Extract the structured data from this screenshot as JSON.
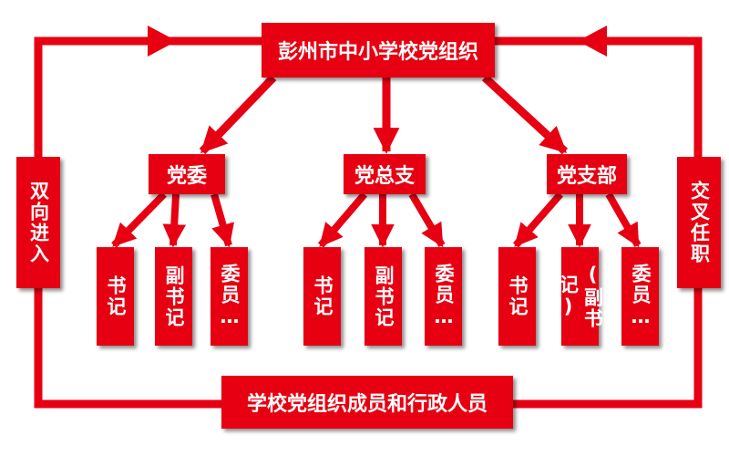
{
  "top": {
    "label": "彭州市中小学校党组织"
  },
  "bottom": {
    "label": "学校党组织成员和行政人员"
  },
  "left": {
    "label": "双向进入"
  },
  "right": {
    "label": "交叉任职"
  },
  "level1": [
    {
      "label": "党委"
    },
    {
      "label": "党总支"
    },
    {
      "label": "党支部"
    }
  ],
  "leaves": [
    [
      {
        "label": "书记"
      },
      {
        "label": "副书记"
      },
      {
        "label": "委员…"
      }
    ],
    [
      {
        "label": "书记"
      },
      {
        "label": "副书记"
      },
      {
        "label": "委员…"
      }
    ],
    [
      {
        "label": "书记"
      },
      {
        "label": "(副书记)"
      },
      {
        "label": "委员…"
      }
    ]
  ],
  "colors": {
    "primary": "#e60012",
    "text": "#ffffff"
  }
}
